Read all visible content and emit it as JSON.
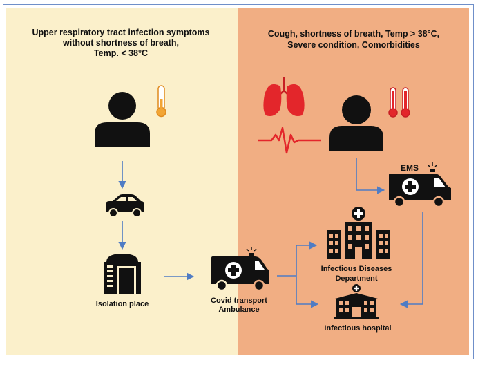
{
  "colors": {
    "left_panel": "#FBF0CB",
    "right_panel": "#F1AE83",
    "frame": "#6F8FC9",
    "arrow": "#4F7CC4",
    "icon_dark": "#111111",
    "red": "#E3262B",
    "thermometer_orange": "#F2A534"
  },
  "left": {
    "header_line1": "Upper respiratory tract infection symptoms",
    "header_line2": "without shortness of breath,",
    "header_line3": "Temp. < 38°C",
    "person_icon": "person-icon",
    "thermometer_icon": "thermometer-icon",
    "car_icon": "car-icon",
    "isolation_icon": "isolation-building-icon",
    "isolation_label": "Isolation place"
  },
  "middle": {
    "ambulance_icon": "ambulance-icon",
    "ambulance_label_line1": "Covid transport",
    "ambulance_label_line2": "Ambulance"
  },
  "right": {
    "header_line1": "Cough, shortness of breath, Temp > 38°C,",
    "header_line2": "Severe condition, Comorbidities",
    "lungs_icon": "lungs-icon",
    "heartbeat_icon": "heartbeat-icon",
    "person_icon": "person-icon",
    "thermometer_icon": "thermometer-icon",
    "ems_label": "EMS",
    "ems_icon": "ems-ambulance-icon",
    "dept_icon": "hospital-building-icon",
    "dept_label_line1": "Infectious Diseases",
    "dept_label_line2": "Department",
    "hospital_icon": "hospital-icon",
    "hospital_label": "Infectious hospital"
  }
}
